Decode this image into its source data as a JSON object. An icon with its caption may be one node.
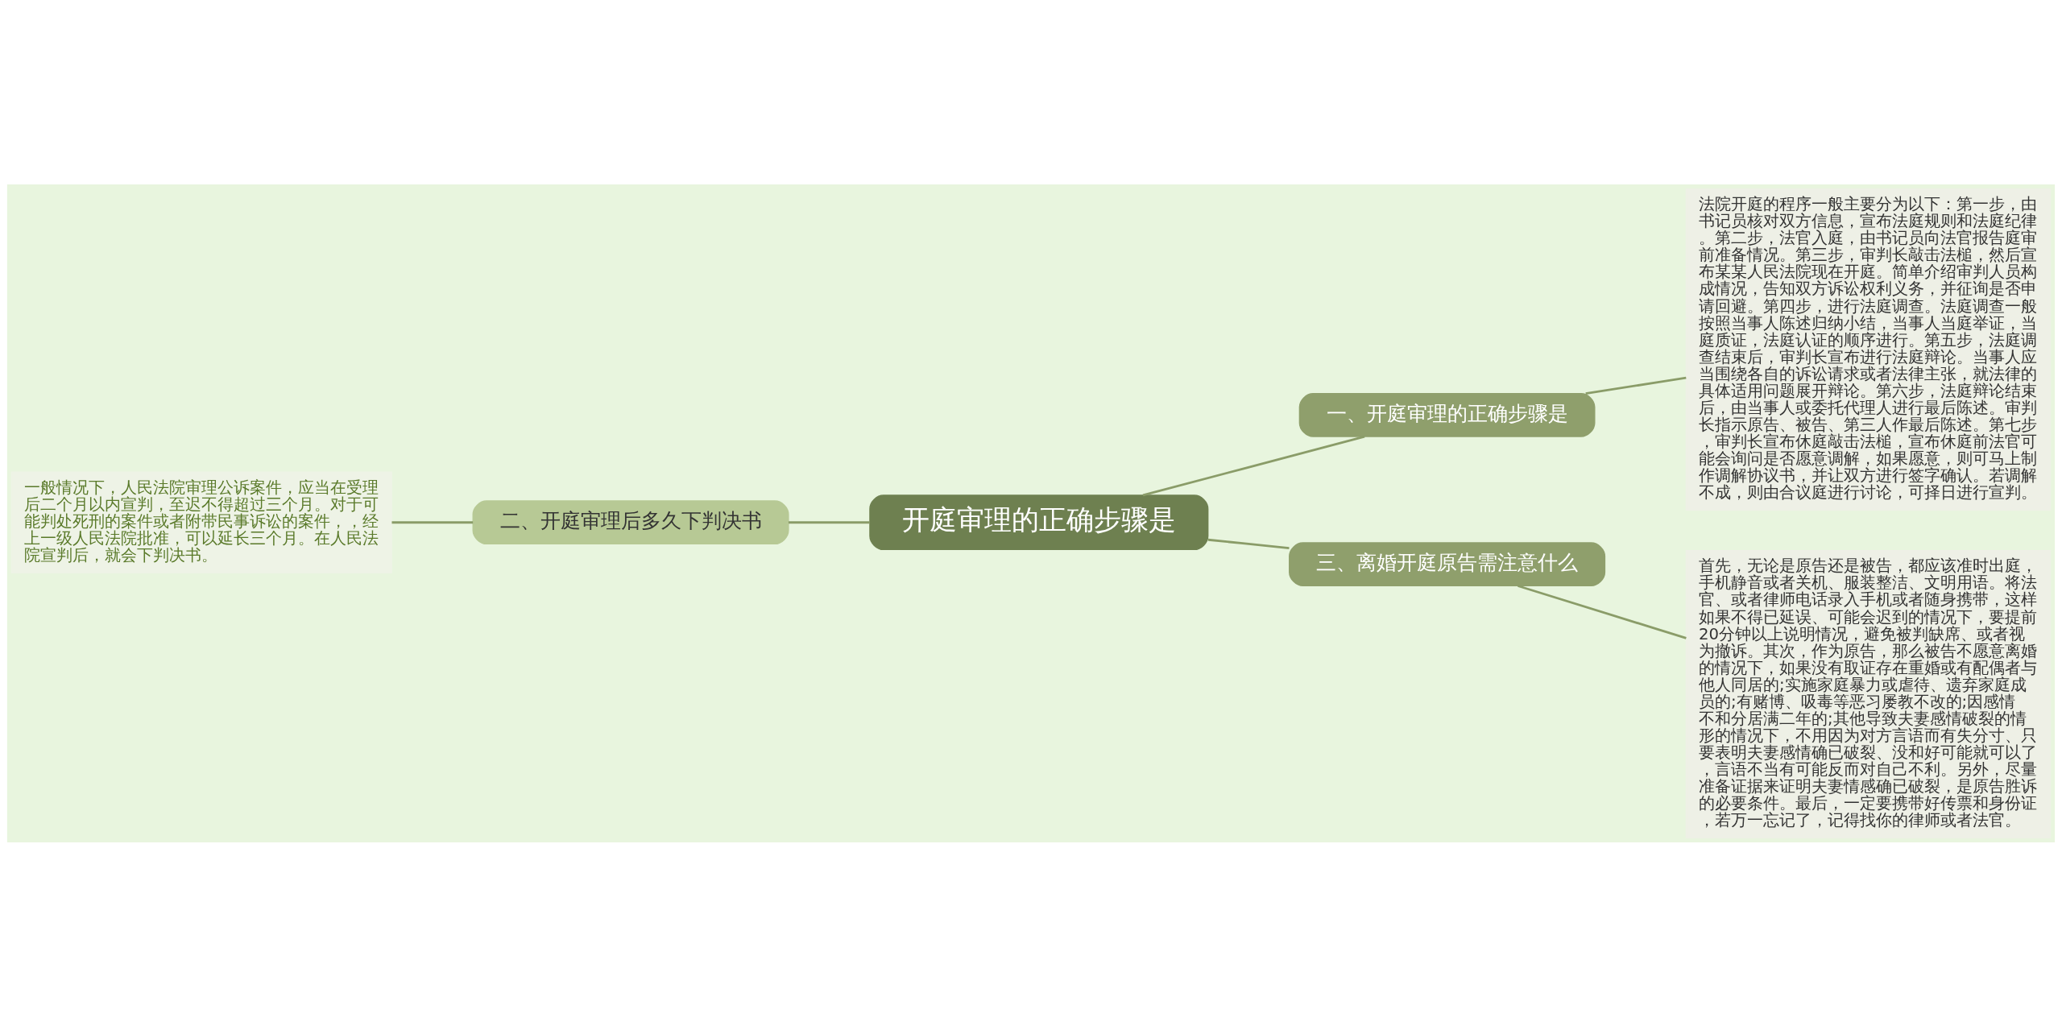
{
  "diagram": {
    "nodes": [
      {
        "text": [
          "开庭审理的正确步骤是"
        ]
      },
      {
        "text": [
          "一、开庭审理的正确步骤是"
        ]
      },
      {
        "text": [
          "法院开庭的程序一般主要分为以下：第一步，由书记员核对双方信息，宣布法庭规则和法庭纪律。第二步，法官入庭，由书记员向法官报告庭审前准备情况。第三步，审判长敲击法槌，然后宣布某某人民法院现在开庭。简单介绍审判人员构成情况，告知双方诉讼权利义务，并征询是否申请回避。第四步，进行法庭调查。法庭调查一般按照当事人陈述归纳小结，当事人当庭举证，当庭质证，法庭认证的顺序进行。第五步，法庭调查结束后，审判长宣布进行法庭辩论。当事人应当围绕各自的诉讼请求或者法律主张，就法律的具体适用问题展开辩论。第六步，法庭辩论结束后，由当事人或委托代理人进行最后陈述。审判长指示原告、被告、第三人作最后陈述。第七步，审判长宣布休庭敲击法槌，宣布休庭前法官可能会询问是否愿意调解，如果愿意，则可马上制作调解协议书，并让双方进行签字确认。若调解不成，则由合议庭进行讨论，可择日进行宣判。"
        ]
      },
      {
        "text": [
          "二、开庭审理后多久下判决书"
        ]
      },
      {
        "text": [
          "一般情况下，人民法院审理公诉案件，应当在受理后二个月以内宣判，至迟不得超过三个月。对于可能判处死刑的案件或者附带民事诉讼的案件，，经上一级人民法院批准，可以延长三个月。在人民法院宣判后，就会下判决书。"
        ]
      },
      {
        "text": [
          "三、离婚开庭原告需注意什么"
        ]
      },
      {
        "text": [
          "首先，无论是原告还是被告，都应该准时出庭，手机静音或者关机、服装整洁、文明用语。将法官、或者律师电话录入手机或者随身携带，这样如果不得已延误、可能会迟到的情况下，要提前20分钟以上说明情况，避免被判缺席、或者视为撤诉。其次，作为原告，那么被告不愿意离婚的情况下，如果没有取证存在重婚或有配偶者与他人同居的;实施家庭暴力或虐待、遗弃家庭成员的;有赌博、吸毒等恶习屡教不改的;因感情不和分居满二年的;其他导致夫妻感情破裂的情形的情况下，不用因为对方言语而有失分寸、只要表明夫妻感情确已破裂、没和好可能就可以了，言语不当有可能反而对自己不利。另外，尽量准备证据来证明夫妻情感确已破裂，是原告胜诉的必要条件。最后，一定要携带好传票和身份证，若万一忘记了，记得找你的律师或者法官。"
        ]
      }
    ],
    "edges": [
      {
        "from": 0,
        "to": 1,
        "arrow": "none"
      },
      {
        "from": 0,
        "to": 3,
        "arrow": "none"
      },
      {
        "from": 0,
        "to": 5,
        "arrow": "none"
      },
      {
        "from": 1,
        "to": 2,
        "arrow": "none"
      },
      {
        "from": 3,
        "to": 4,
        "arrow": "none"
      },
      {
        "from": 5,
        "to": 6,
        "arrow": "none"
      }
    ]
  }
}
